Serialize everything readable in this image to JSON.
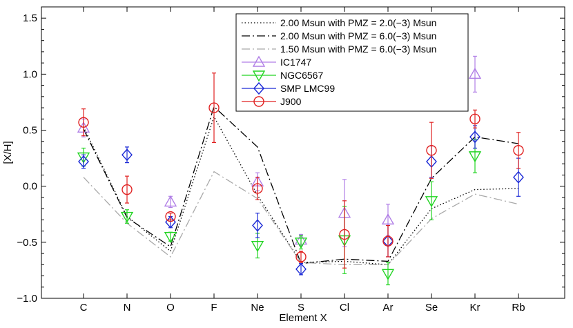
{
  "chart_data": {
    "type": "scatter",
    "xlabel": "Element X",
    "ylabel": "[X/H]",
    "categories": [
      "C",
      "N",
      "O",
      "F",
      "Ne",
      "S",
      "Cl",
      "Ar",
      "Se",
      "Kr",
      "Rb"
    ],
    "ylim": [
      -1.0,
      1.6
    ],
    "yticks": [
      -1.0,
      -0.5,
      0.0,
      0.5,
      1.0,
      1.5
    ],
    "ytick_labels": [
      "−1.0",
      "−0.5",
      "0.0",
      "0.5",
      "1.0",
      "1.5"
    ],
    "grid": false,
    "legend_position": "top-right",
    "models": [
      {
        "name": "2.00 Msun with PMZ = 2.0(−3) Msun",
        "style": "dotted",
        "color": "#000000",
        "values": [
          0.53,
          -0.27,
          -0.58,
          0.62,
          -0.08,
          -0.68,
          -0.67,
          -0.7,
          -0.2,
          -0.03,
          -0.02
        ]
      },
      {
        "name": "2.00 Msun with PMZ = 6.0(−3) Msun",
        "style": "dash-dot",
        "color": "#000000",
        "values": [
          0.51,
          -0.28,
          -0.54,
          0.71,
          0.35,
          -0.69,
          -0.65,
          -0.67,
          0.07,
          0.44,
          0.38
        ]
      },
      {
        "name": "1.50 Msun with PMZ = 6.0(−3) Msun",
        "style": "dash-dot",
        "color": "#a9a9a9",
        "values": [
          0.08,
          -0.33,
          -0.63,
          0.13,
          -0.11,
          -0.68,
          -0.7,
          -0.7,
          -0.29,
          -0.07,
          -0.16
        ]
      }
    ],
    "series": [
      {
        "name": "IC1747",
        "marker": "triangle-up",
        "color": "#b07ee6",
        "points": [
          {
            "x": "C",
            "y": 0.52,
            "err": 0.08
          },
          {
            "x": "O",
            "y": -0.14,
            "err": 0.05
          },
          {
            "x": "Ne",
            "y": 0.04,
            "err": 0.08
          },
          {
            "x": "S",
            "y": -0.48,
            "err": 0.05
          },
          {
            "x": "Cl",
            "y": -0.24,
            "err": 0.3
          },
          {
            "x": "Ar",
            "y": -0.3,
            "err": 0.14
          },
          {
            "x": "Kr",
            "y": 1.0,
            "err": 0.16
          }
        ]
      },
      {
        "name": "NGC6567",
        "marker": "triangle-down",
        "color": "#22d422",
        "points": [
          {
            "x": "C",
            "y": 0.26,
            "err": 0.08
          },
          {
            "x": "N",
            "y": -0.27,
            "err": 0.06
          },
          {
            "x": "O",
            "y": -0.45,
            "err": 0.04
          },
          {
            "x": "Ne",
            "y": -0.53,
            "err": 0.11
          },
          {
            "x": "S",
            "y": -0.5,
            "err": 0.06
          },
          {
            "x": "Cl",
            "y": -0.48,
            "err": 0.3
          },
          {
            "x": "Ar",
            "y": -0.78,
            "err": 0.1
          },
          {
            "x": "Se",
            "y": -0.13,
            "err": 0.17
          },
          {
            "x": "Kr",
            "y": 0.27,
            "err": 0.15
          }
        ]
      },
      {
        "name": "SMP LMC99",
        "marker": "diamond",
        "color": "#1c2ad6",
        "points": [
          {
            "x": "C",
            "y": 0.22,
            "err": 0.06
          },
          {
            "x": "N",
            "y": 0.28,
            "err": 0.07
          },
          {
            "x": "O",
            "y": -0.32,
            "err": 0.05
          },
          {
            "x": "Ne",
            "y": -0.35,
            "err": 0.11
          },
          {
            "x": "S",
            "y": -0.74,
            "err": 0.05
          },
          {
            "x": "Ar",
            "y": -0.49,
            "err": 0.14
          },
          {
            "x": "Se",
            "y": 0.22,
            "err": 0.14
          },
          {
            "x": "Kr",
            "y": 0.44,
            "err": 0.1
          },
          {
            "x": "Rb",
            "y": 0.08,
            "err": 0.17
          }
        ]
      },
      {
        "name": "J900",
        "marker": "circle",
        "color": "#e02020",
        "points": [
          {
            "x": "C",
            "y": 0.57,
            "err": 0.12
          },
          {
            "x": "N",
            "y": -0.03,
            "err": 0.12
          },
          {
            "x": "O",
            "y": -0.27,
            "err": 0.03
          },
          {
            "x": "F",
            "y": 0.7,
            "err": 0.31
          },
          {
            "x": "Ne",
            "y": -0.02,
            "err": 0.1
          },
          {
            "x": "S",
            "y": -0.63,
            "err": 0.05
          },
          {
            "x": "Cl",
            "y": -0.43,
            "err": 0.3
          },
          {
            "x": "Ar",
            "y": -0.49,
            "err": 0.14
          },
          {
            "x": "Se",
            "y": 0.32,
            "err": 0.25
          },
          {
            "x": "Kr",
            "y": 0.6,
            "err": 0.08
          },
          {
            "x": "Rb",
            "y": 0.32,
            "err": 0.16
          }
        ]
      }
    ]
  }
}
